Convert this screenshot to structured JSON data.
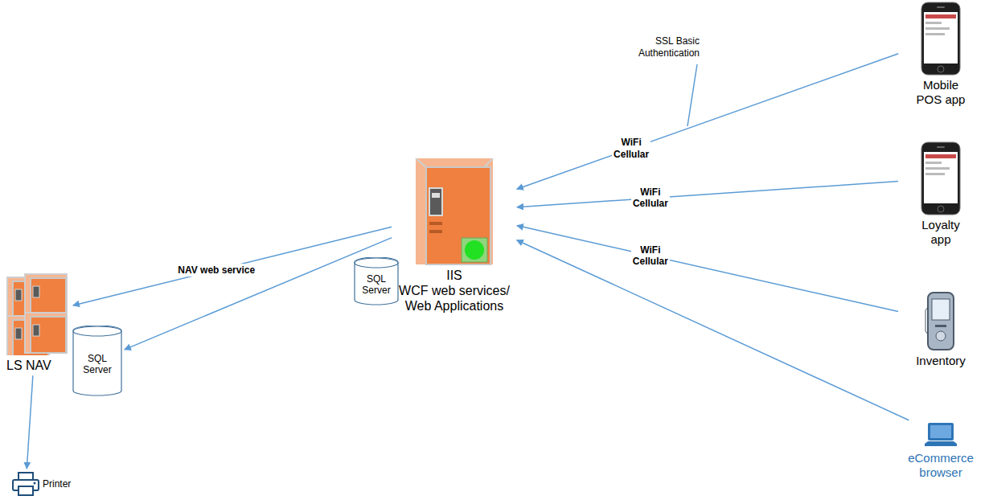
{
  "diagram": {
    "nodes": [
      {
        "text": [
          "LS NAV"
        ]
      },
      {
        "text": [
          "SQL Server"
        ]
      },
      {
        "text": [
          "Printer"
        ]
      },
      {
        "text": [
          "IIS",
          "WCF web services/ Web Applications"
        ]
      },
      {
        "text": [
          "SQL Server"
        ]
      },
      {
        "text": [
          "Mobile POS app"
        ]
      },
      {
        "text": [
          "Loyalty app"
        ]
      },
      {
        "text": [
          "Inventory"
        ]
      },
      {
        "text": [
          "eCommerce browser"
        ]
      }
    ],
    "edges": [
      {
        "from": 3,
        "to": 0,
        "label": "NAV web service",
        "arrow": "to"
      },
      {
        "from": 3,
        "to": 1,
        "arrow": "to"
      },
      {
        "from": 0,
        "to": 2,
        "arrow": "to"
      },
      {
        "from": 5,
        "to": 3,
        "label": "WiFi Cellular",
        "arrow": "to"
      },
      {
        "from": 6,
        "to": 3,
        "label": "WiFi Cellular",
        "arrow": "to"
      },
      {
        "from": 7,
        "to": 3,
        "label": "WiFi Cellular",
        "arrow": "to"
      },
      {
        "from": 8,
        "to": 3,
        "arrow": "to"
      }
    ],
    "labels": [
      "SSL Basic Authentication"
    ]
  }
}
